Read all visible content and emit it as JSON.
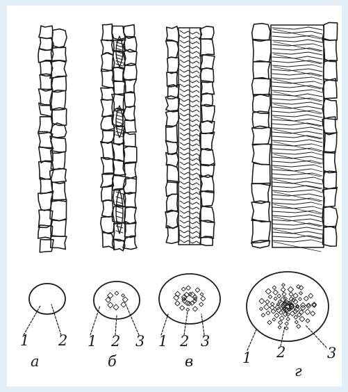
{
  "figure": {
    "panels": [
      {
        "id": "a",
        "letter": "а",
        "labels": [
          "1",
          "2"
        ]
      },
      {
        "id": "b",
        "letter": "б",
        "labels": [
          "1",
          "2",
          "3"
        ]
      },
      {
        "id": "c",
        "letter": "в",
        "labels": [
          "1",
          "2",
          "3"
        ]
      },
      {
        "id": "d",
        "letter": "г",
        "labels": [
          "1",
          "2",
          "3"
        ]
      }
    ]
  }
}
